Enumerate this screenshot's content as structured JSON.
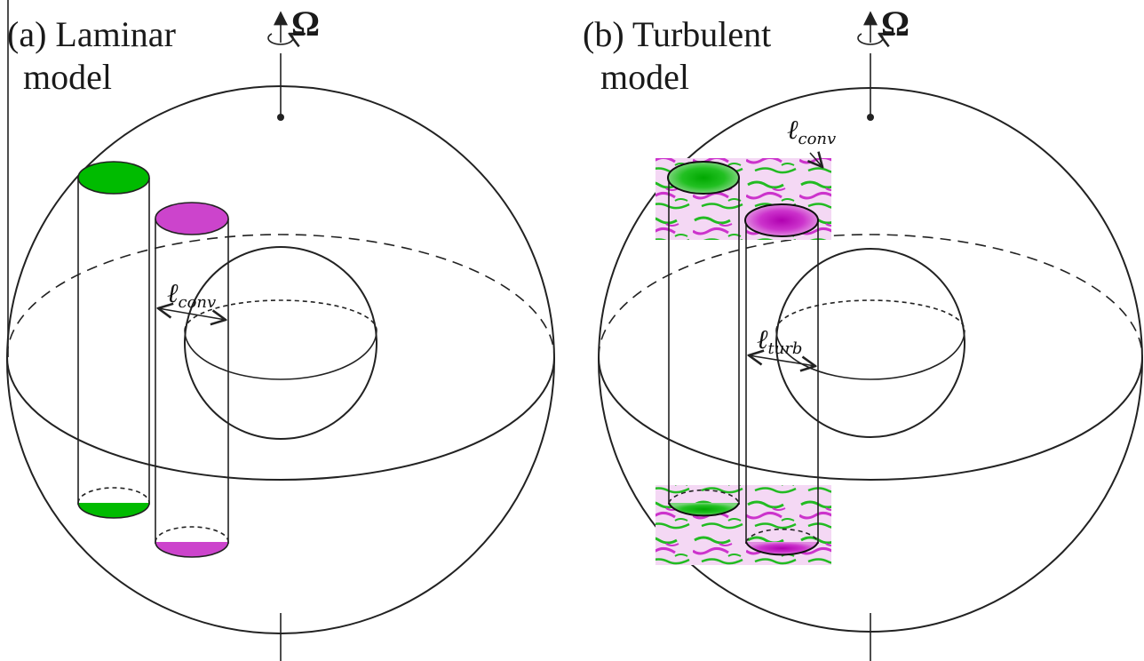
{
  "panels": {
    "a": {
      "title_line1": "(a) Laminar",
      "title_line2": "model",
      "rotation_symbol": "Ω",
      "length_label": "ℓ",
      "length_subscript": "conv"
    },
    "b": {
      "title_line1": "(b) Turbulent",
      "title_line2": "model",
      "rotation_symbol": "Ω",
      "length_label_top": "ℓ",
      "length_subscript_top": "conv",
      "length_label_mid": "ℓ",
      "length_subscript_mid": "turb"
    }
  },
  "colors": {
    "cyclone": "#00bb00",
    "anticyclone": "#cc44cc",
    "outline": "#222222"
  }
}
